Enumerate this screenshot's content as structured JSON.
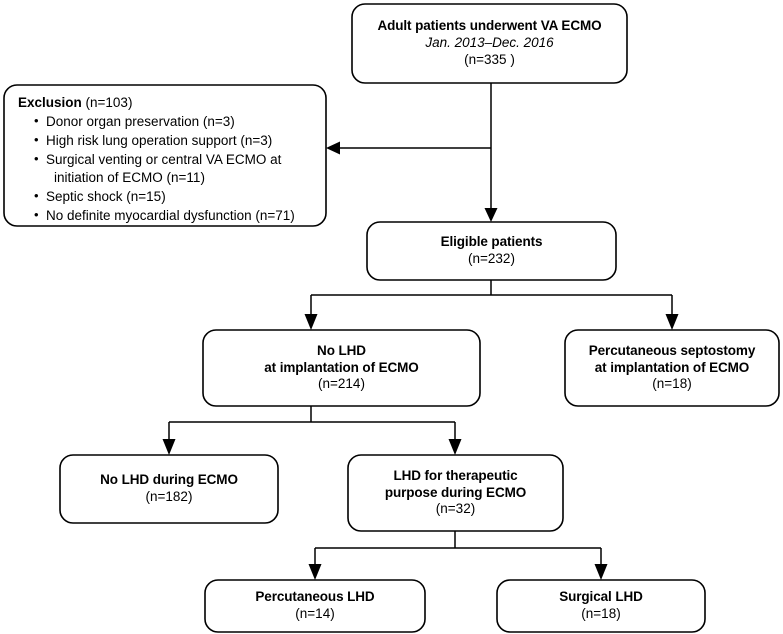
{
  "diagram": {
    "title": "VA ECMO patient selection flowchart",
    "accent_color": "#000000",
    "background_color": "#ffffff",
    "nodes": {
      "enrolled": {
        "line1": "Adult patients underwent VA ECMO",
        "line2": "Jan. 2013–Dec. 2016",
        "line3": "(n=335 )"
      },
      "exclusion": {
        "head_bold": "Exclusion",
        "head_count": " (n=103)",
        "items": [
          {
            "text": "Donor organ preservation (n=3)",
            "cont": ""
          },
          {
            "text": "High risk lung operation support (n=3)",
            "cont": ""
          },
          {
            "text": "Surgical venting or central VA ECMO at",
            "cont": "initiation of ECMO (n=11)"
          },
          {
            "text": "Septic shock (n=15)",
            "cont": ""
          },
          {
            "text": "No definite myocardial dysfunction (n=71)",
            "cont": ""
          }
        ]
      },
      "eligible": {
        "line1": "Eligible patients",
        "line2": "(n=232)"
      },
      "no_lhd_implant": {
        "line1": "No LHD",
        "line2": "at implantation of ECMO",
        "line3": "(n=214)"
      },
      "septostomy": {
        "line1": "Percutaneous septostomy",
        "line2": "at implantation of ECMO",
        "line3": "(n=18)"
      },
      "no_lhd_during": {
        "line1": "No LHD during ECMO",
        "line2": "(n=182)"
      },
      "lhd_therapeutic": {
        "line1": "LHD for therapeutic",
        "line2": "purpose during ECMO",
        "line3": "(n=32)"
      },
      "percutaneous_lhd": {
        "line1": "Percutaneous LHD",
        "line2": "(n=14)"
      },
      "surgical_lhd": {
        "line1": "Surgical LHD",
        "line2": "(n=18)"
      }
    },
    "connectors": [
      {
        "name": "enrolled-to-eligible",
        "kind": "arrow-down"
      },
      {
        "name": "enrolled-to-exclusion",
        "kind": "arrow-left"
      },
      {
        "name": "eligible-split",
        "kind": "split-two"
      },
      {
        "name": "no-lhd-implant-split",
        "kind": "split-two"
      },
      {
        "name": "lhd-therapeutic-split",
        "kind": "split-two"
      }
    ]
  }
}
